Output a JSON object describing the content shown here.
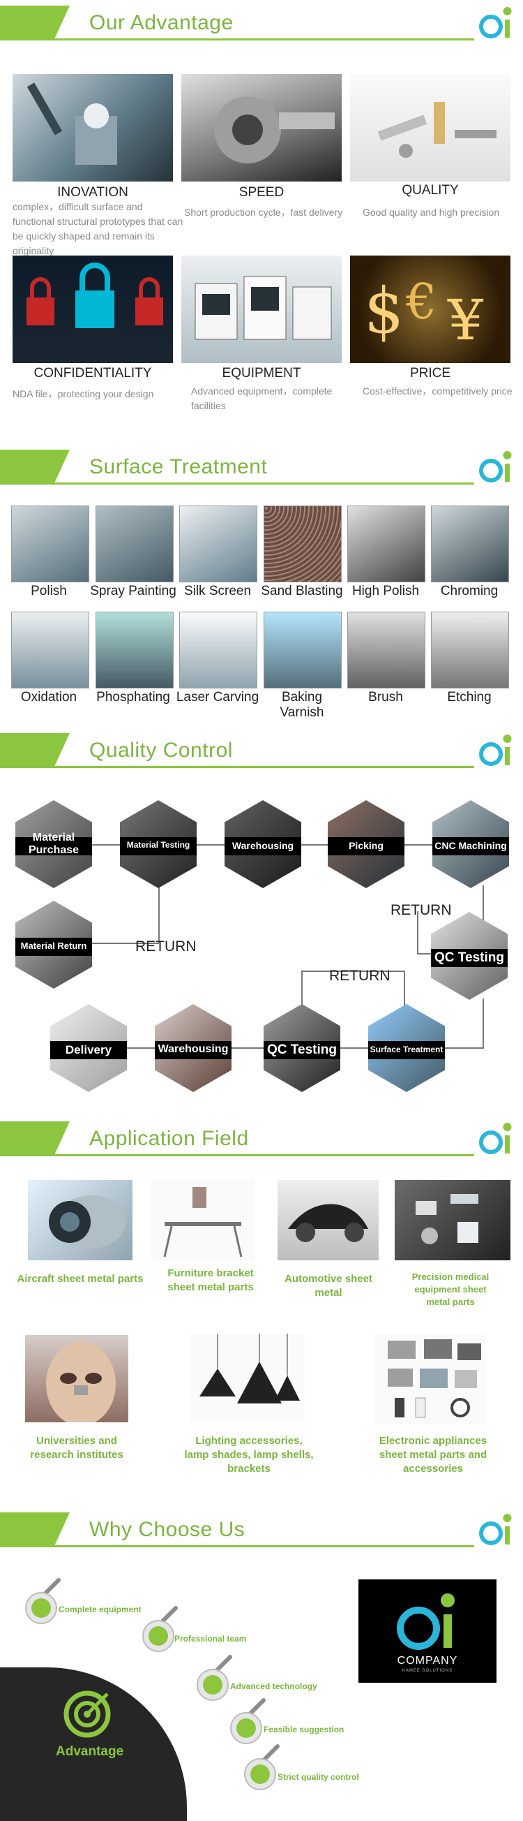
{
  "sections": {
    "advantage": "Our Advantage",
    "surface": "Surface Treatment",
    "quality": "Quality Control",
    "application": "Application Field",
    "why": "Why Choose Us"
  },
  "advantage_items": [
    {
      "title": "INOVATION",
      "desc": "complex，difficult surface and functional structural prototypes that can be quickly shaped and remain its originality"
    },
    {
      "title": "SPEED",
      "desc": "Short production cycle，fast delivery"
    },
    {
      "title": "QUALITY",
      "desc": "Good quality and high precision"
    },
    {
      "title": "CONFIDENTIALITY",
      "desc": "NDA file，protecting your design"
    },
    {
      "title": "EQUIPMENT",
      "desc": "Advanced equipment，complete facilities"
    },
    {
      "title": "PRICE",
      "desc": "Cost-effective，competitively price"
    }
  ],
  "surface_items": [
    "Polish",
    "Spray Painting",
    "Silk Screen",
    "Sand Blasting",
    "High Polish",
    "Chroming",
    "Oxidation",
    "Phosphating",
    "Laser Carving",
    "Baking Varnish",
    "Brush",
    "Etching"
  ],
  "quality_flow": {
    "material_purchase": "Material Purchase",
    "material_testing": "Material Testing",
    "warehousing1": "Warehousing",
    "picking": "Picking",
    "cnc": "CNC Machining",
    "material_return": "Material Return",
    "qc_testing1": "QC Testing",
    "delivery": "Delivery",
    "warehousing2": "Warehousing",
    "qc_testing2": "QC Testing",
    "surface_treatment": "Surface Treatment",
    "return": "RETURN"
  },
  "application_items": [
    "Aircraft sheet metal parts",
    "Furniture bracket sheet metal parts",
    "Automotive sheet metal",
    "Precision medical equipment sheet metal parts",
    "Universities and research institutes",
    "Lighting accessories, lamp shades, lamp shells, brackets",
    "Electronic appliances sheet metal parts and accessories"
  ],
  "why_items": [
    "Complete equipment",
    "Professional team",
    "Advanced technology",
    "Feasible suggestion",
    "Strict quality control"
  ],
  "why_advantage": "Advantage",
  "company_logo": {
    "mark": "oi",
    "name": "COMPANY",
    "tagline": "KAMEE SOLUTIONS"
  },
  "colors": {
    "accent": "#8cc63f",
    "text_accent": "#7cb342"
  }
}
